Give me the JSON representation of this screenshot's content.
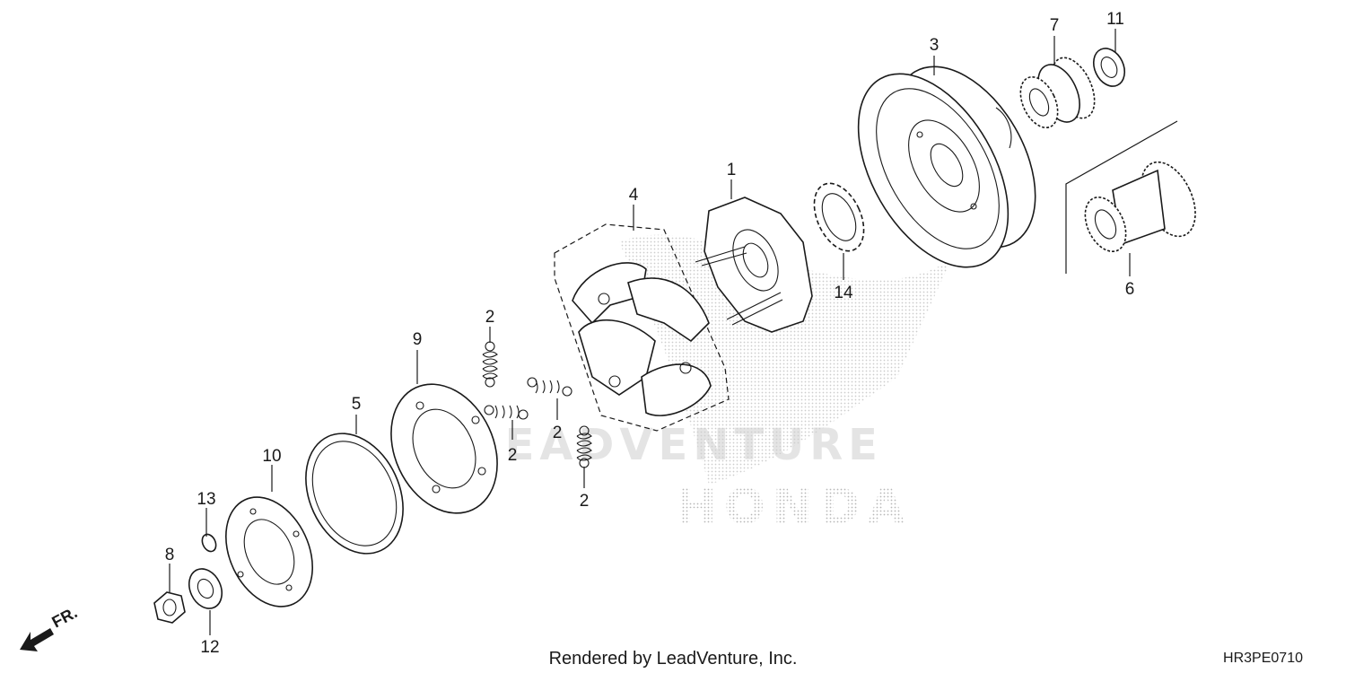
{
  "watermark": {
    "company": "LEADVENTURE",
    "brand": "HONDA"
  },
  "direction": {
    "label": "FR."
  },
  "footer": {
    "rendered_by": "Rendered by LeadVenture, Inc.",
    "diagram_code": "HR3PE0710"
  },
  "callouts": {
    "c1": "1",
    "c2a": "2",
    "c2b": "2",
    "c2c": "2",
    "c2d": "2",
    "c3": "3",
    "c4": "4",
    "c5": "5",
    "c6": "6",
    "c7": "7",
    "c8": "8",
    "c9": "9",
    "c10": "10",
    "c11": "11",
    "c12": "12",
    "c13": "13",
    "c14": "14"
  }
}
